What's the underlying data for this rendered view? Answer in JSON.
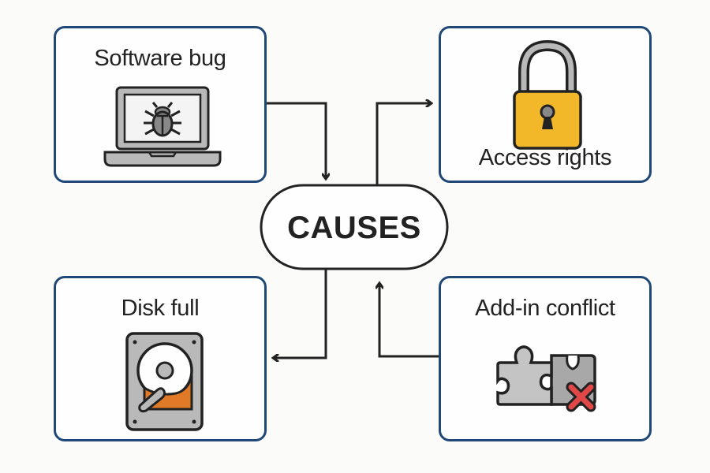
{
  "diagram": {
    "center": {
      "label": "CAUSES"
    },
    "nodes": [
      {
        "id": "software-bug",
        "label": "Software bug",
        "icon": "laptop-bug-icon",
        "arrow": "into-center"
      },
      {
        "id": "access-rights",
        "label": "Access rights",
        "icon": "padlock-icon",
        "arrow": "from-center"
      },
      {
        "id": "disk-full",
        "label": "Disk full",
        "icon": "hard-drive-icon",
        "arrow": "from-center"
      },
      {
        "id": "add-in-conflict",
        "label": "Add-in conflict",
        "icon": "puzzle-conflict-icon",
        "arrow": "into-center"
      }
    ],
    "colors": {
      "box_border": "#1f4877",
      "line": "#222222",
      "lock_body": "#f2b829",
      "disk_fill": "#e07a26",
      "conflict_x": "#e04848",
      "icon_gray": "#b9b9b9"
    }
  }
}
